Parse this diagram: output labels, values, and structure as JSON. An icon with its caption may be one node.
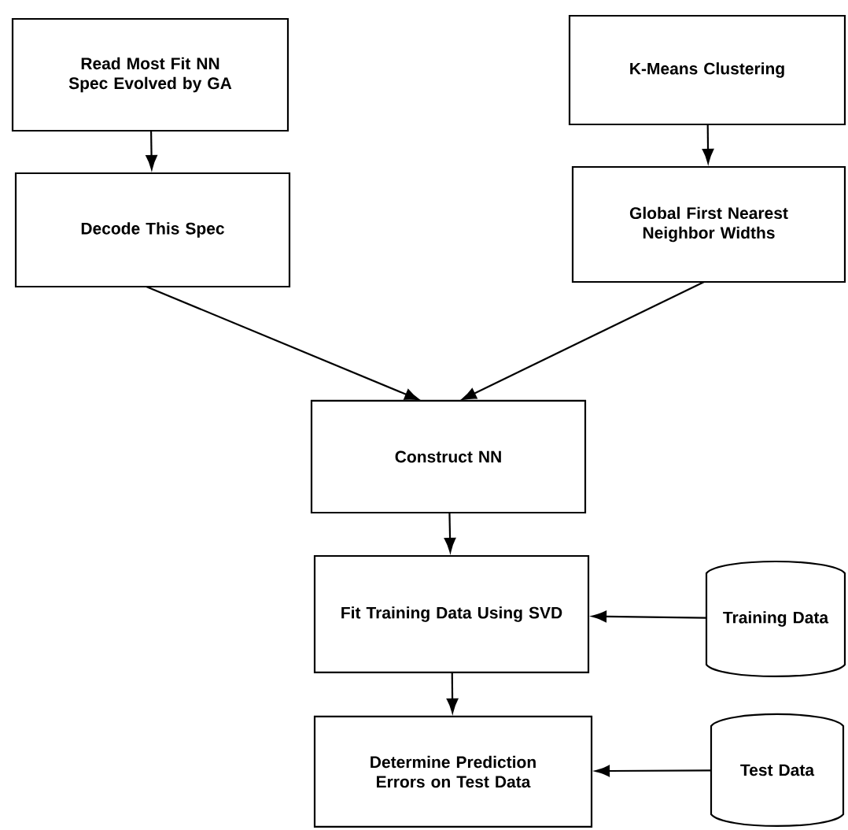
{
  "diagram": {
    "nodes": [
      {
        "text": [
          "Read Most Fit NN Spec Evolved by GA"
        ]
      },
      {
        "text": [
          "K-Means Clustering"
        ]
      },
      {
        "text": [
          "Decode This Spec"
        ]
      },
      {
        "text": [
          "Global First Nearest Neighbor Widths"
        ]
      },
      {
        "text": [
          "Construct NN"
        ]
      },
      {
        "text": [
          "Fit Training Data Using SVD"
        ]
      },
      {
        "text": [
          "Training Data"
        ]
      },
      {
        "text": [
          "Determine Prediction Errors on Test Data"
        ]
      },
      {
        "text": [
          "Test Data"
        ]
      }
    ],
    "edges": [
      {
        "from": 0,
        "to": 2,
        "arrow": "to"
      },
      {
        "from": 1,
        "to": 3,
        "arrow": "to"
      },
      {
        "from": 2,
        "to": 4,
        "arrow": "to"
      },
      {
        "from": 3,
        "to": 4,
        "arrow": "to"
      },
      {
        "from": 4,
        "to": 5,
        "arrow": "to"
      },
      {
        "from": 6,
        "to": 5,
        "arrow": "to"
      },
      {
        "from": 5,
        "to": 7,
        "arrow": "to"
      },
      {
        "from": 8,
        "to": 7,
        "arrow": "to"
      }
    ]
  }
}
